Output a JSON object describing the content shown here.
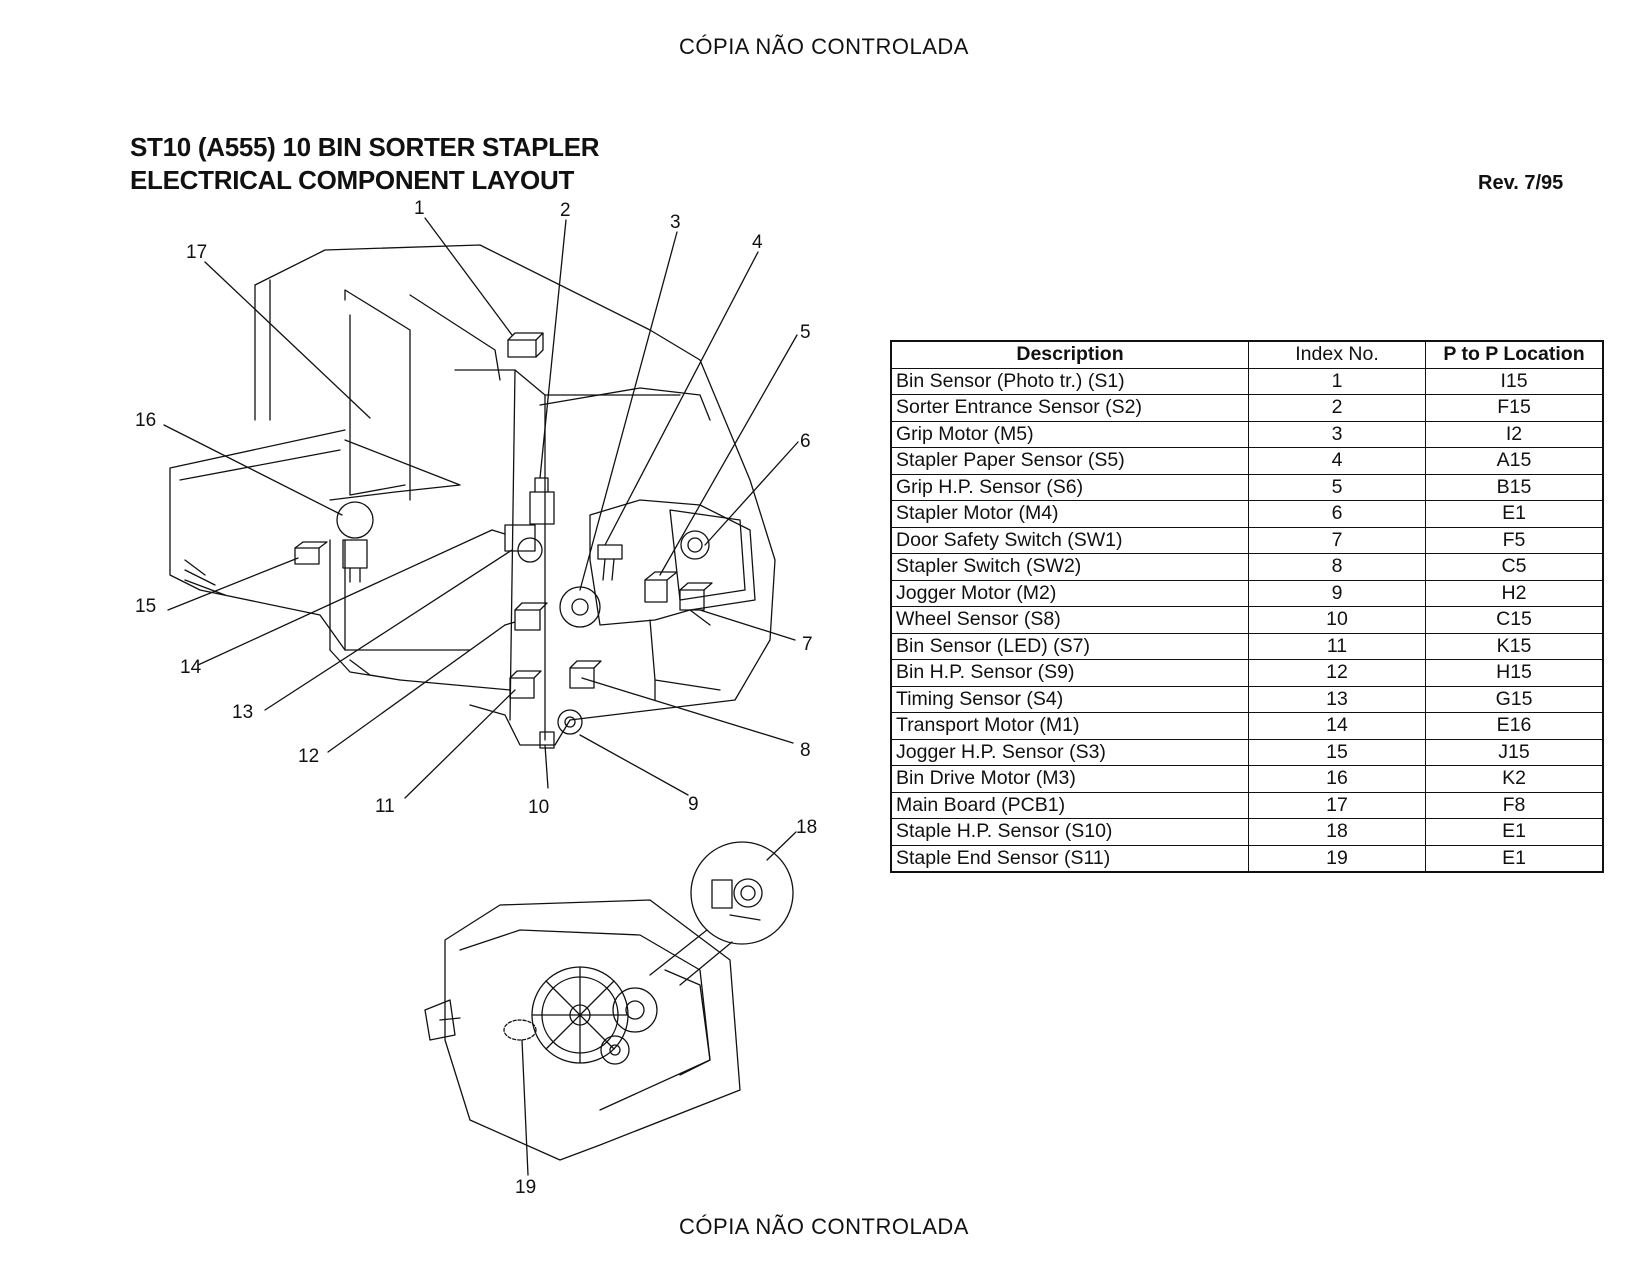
{
  "watermark": "CÓPIA NÃO CONTROLADA",
  "title_line1": "ST10 (A555) 10 BIN SORTER STAPLER",
  "title_line2": "ELECTRICAL COMPONENT LAYOUT",
  "revision": "Rev. 7/95",
  "table": {
    "headers": [
      "Description",
      "Index No.",
      "P to P Location"
    ],
    "rows": [
      {
        "description": "Bin Sensor (Photo tr.) (S1)",
        "index": "1",
        "location": "I15"
      },
      {
        "description": "Sorter Entrance Sensor (S2)",
        "index": "2",
        "location": "F15"
      },
      {
        "description": "Grip Motor (M5)",
        "index": "3",
        "location": "I2"
      },
      {
        "description": "Stapler Paper Sensor (S5)",
        "index": "4",
        "location": "A15"
      },
      {
        "description": "Grip H.P. Sensor (S6)",
        "index": "5",
        "location": "B15"
      },
      {
        "description": "Stapler Motor (M4)",
        "index": "6",
        "location": "E1"
      },
      {
        "description": "Door Safety Switch (SW1)",
        "index": "7",
        "location": "F5"
      },
      {
        "description": "Stapler Switch (SW2)",
        "index": "8",
        "location": "C5"
      },
      {
        "description": "Jogger Motor (M2)",
        "index": "9",
        "location": "H2"
      },
      {
        "description": "Wheel Sensor (S8)",
        "index": "10",
        "location": "C15"
      },
      {
        "description": "Bin Sensor (LED) (S7)",
        "index": "11",
        "location": "K15"
      },
      {
        "description": "Bin H.P. Sensor (S9)",
        "index": "12",
        "location": "H15"
      },
      {
        "description": "Timing Sensor (S4)",
        "index": "13",
        "location": "G15"
      },
      {
        "description": "Transport Motor (M1)",
        "index": "14",
        "location": "E16"
      },
      {
        "description": "Jogger H.P. Sensor (S3)",
        "index": "15",
        "location": "J15"
      },
      {
        "description": "Bin Drive Motor (M3)",
        "index": "16",
        "location": "K2"
      },
      {
        "description": "Main Board (PCB1)",
        "index": "17",
        "location": "F8"
      },
      {
        "description": "Staple H.P. Sensor (S10)",
        "index": "18",
        "location": "E1"
      },
      {
        "description": "Staple End Sensor (S11)",
        "index": "19",
        "location": "E1"
      }
    ]
  },
  "callouts": [
    "1",
    "2",
    "3",
    "4",
    "5",
    "6",
    "7",
    "8",
    "9",
    "10",
    "11",
    "12",
    "13",
    "14",
    "15",
    "16",
    "17",
    "18",
    "19"
  ]
}
